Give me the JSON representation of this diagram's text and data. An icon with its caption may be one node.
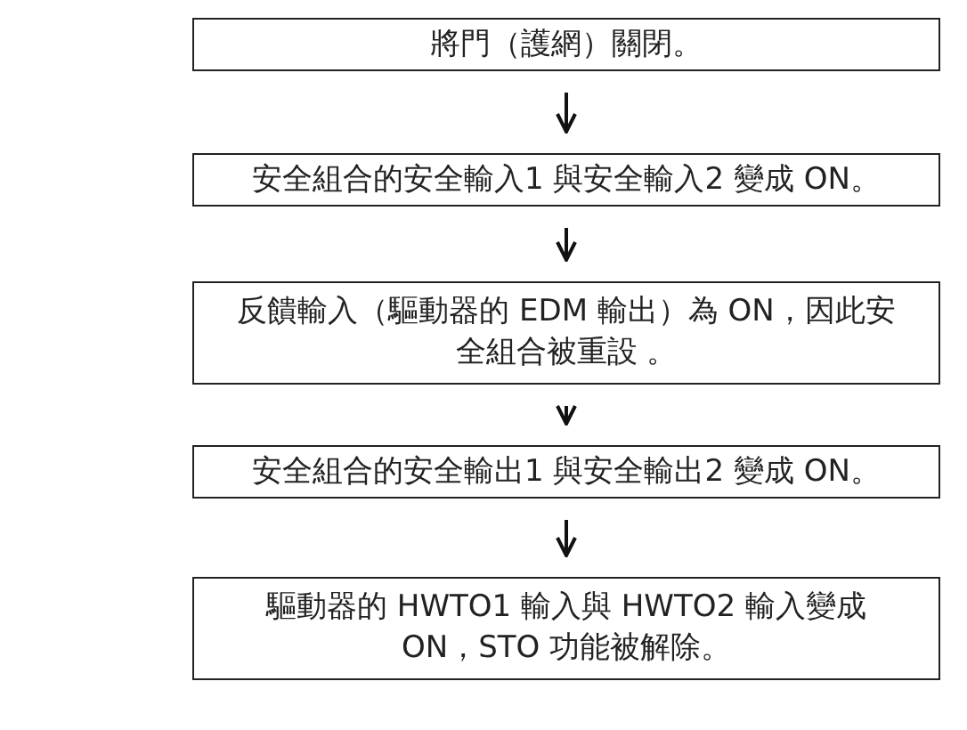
{
  "diagram": {
    "nodes": [
      {
        "text": [
          "將門（護網）關閉。"
        ]
      },
      {
        "text": [
          "安全組合的安全輸入1 與安全輸入2 變成 ON。"
        ]
      },
      {
        "text": [
          "反饋輸入（驅動器的 EDM 輸出）為 ON，因此安全組合被重設 。"
        ]
      },
      {
        "text": [
          "安全組合的安全輸出1 與安全輸出2 變成 ON。"
        ]
      },
      {
        "text": [
          "驅動器的 HWTO1 輸入與 HWTO2 輸入變成 ON，STO 功能被解除。"
        ]
      }
    ],
    "edges": [
      {
        "from": 0,
        "to": 1,
        "arrow": "to"
      },
      {
        "from": 1,
        "to": 2,
        "arrow": "to"
      },
      {
        "from": 2,
        "to": 3,
        "arrow": "to"
      },
      {
        "from": 3,
        "to": 4,
        "arrow": "to"
      }
    ]
  }
}
